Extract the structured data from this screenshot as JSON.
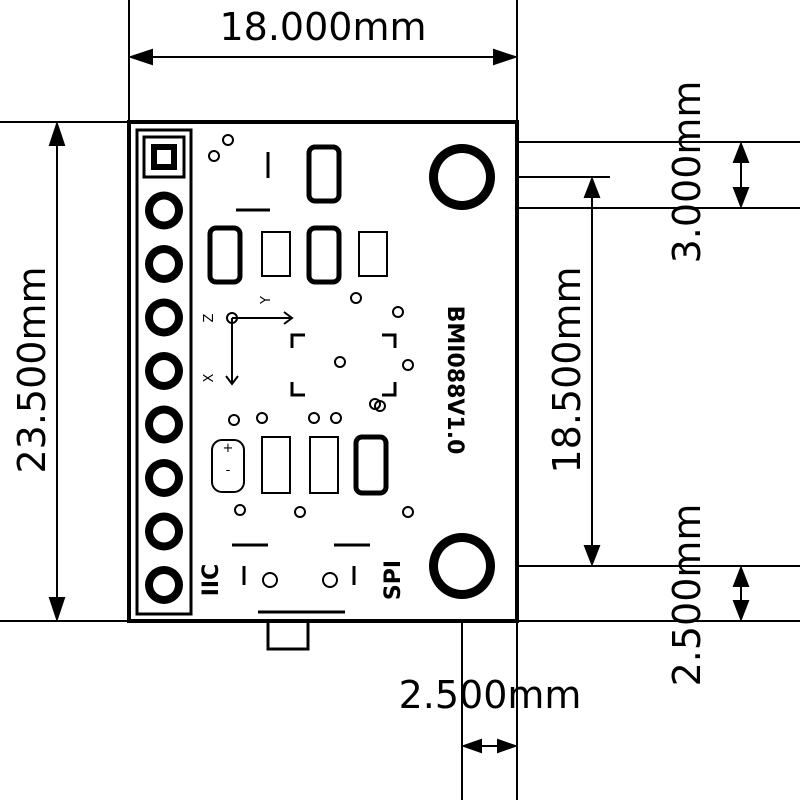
{
  "colors": {
    "ink": "#000000",
    "paper": "#ffffff"
  },
  "dimensions": {
    "board_width": "18.000mm",
    "board_height": "23.500mm",
    "hole_spacing": "18.500mm",
    "hole_offset_top": "3.000mm",
    "hole_offset_bottom": "2.500mm",
    "hole_offset_right": "2.500mm"
  },
  "board": {
    "title": "BMI088V1.0",
    "iic_label": "IIC",
    "spi_label": "SPI",
    "axis_x": "X",
    "axis_y": "Y",
    "axis_z": "Z",
    "battery_plus": "+",
    "battery_minus": "-",
    "pin_count": 9
  }
}
